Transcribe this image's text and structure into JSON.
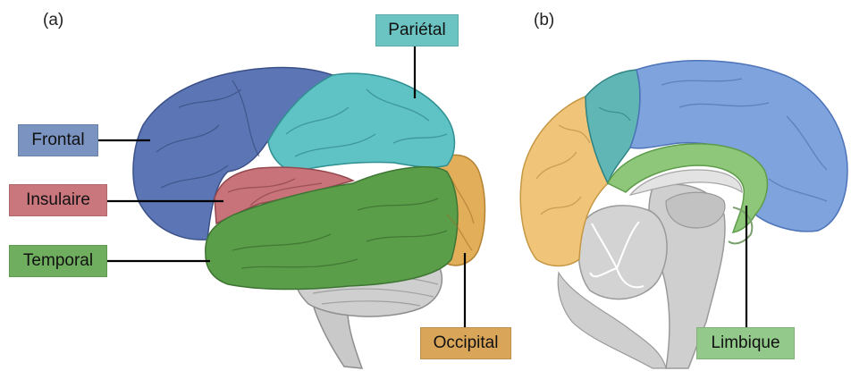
{
  "panels": {
    "a": {
      "letter": "(a)"
    },
    "b": {
      "letter": "(b)"
    }
  },
  "labels": {
    "frontal": {
      "text": "Frontal",
      "color": "#7b93c0"
    },
    "insulaire": {
      "text": "Insulaire",
      "color": "#c9777d"
    },
    "temporal": {
      "text": "Temporal",
      "color": "#6fae5e"
    },
    "parietal": {
      "text": "Pariétal",
      "color": "#6cc4c2"
    },
    "occipital": {
      "text": "Occipital",
      "color": "#d9a559"
    },
    "limbique": {
      "text": "Limbique",
      "color": "#93c98a"
    }
  },
  "lobe_colors": {
    "frontal": "#5c76b5",
    "parietal": "#5fc2c4",
    "insulaire": "#c8737a",
    "temporal": "#5b9e4a",
    "occipital": "#e2ae5a",
    "limbique": "#8fc77a",
    "medial_frontal": "#7ea3dd",
    "medial_occipital": "#f0c57a",
    "medial_parietal": "#5fb6b4",
    "brainstem": "#bdbdbd"
  }
}
